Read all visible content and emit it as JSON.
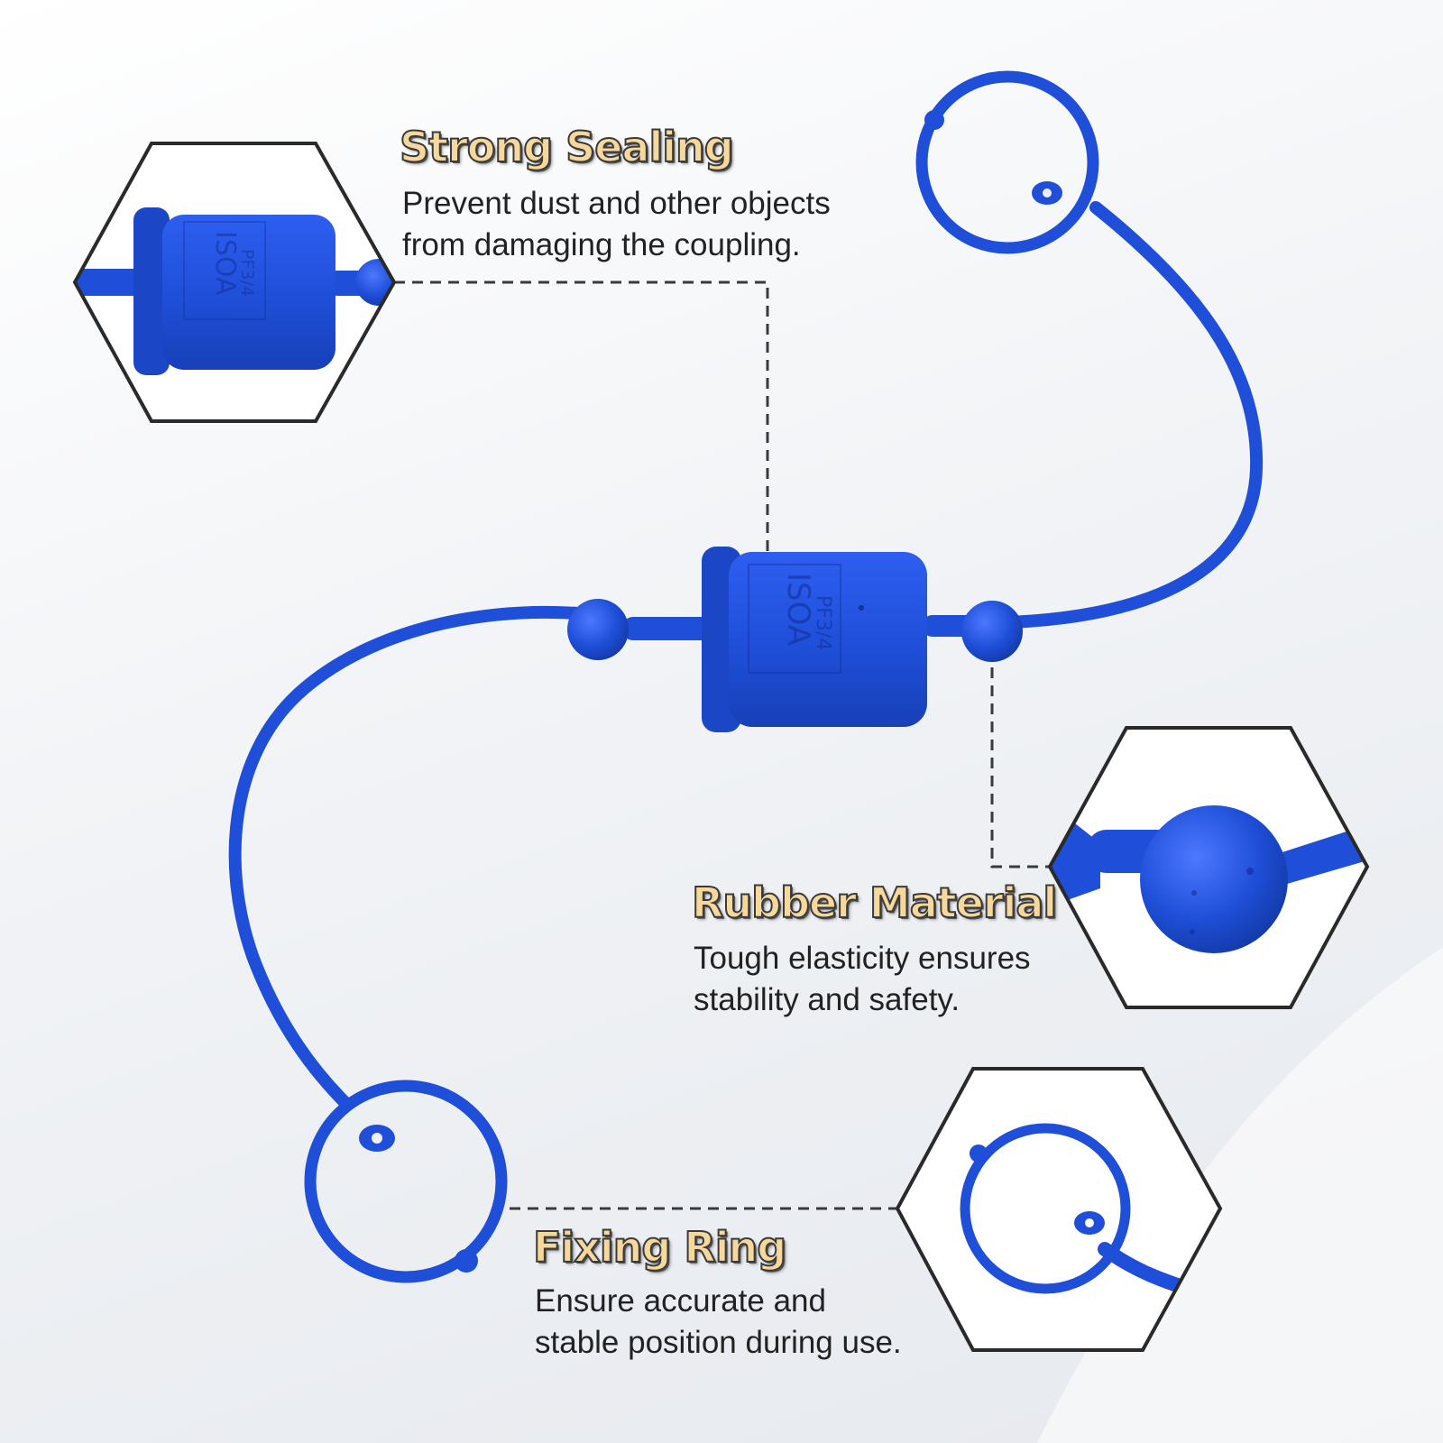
{
  "features": [
    {
      "id": "sealing",
      "title": "Strong Sealing",
      "lines": [
        "Prevent dust and other objects",
        "from damaging the coupling."
      ]
    },
    {
      "id": "rubber",
      "title": "Rubber Material",
      "lines": [
        "Tough elasticity ensures",
        "stability and safety."
      ]
    },
    {
      "id": "ring",
      "title": "Fixing Ring",
      "lines": [
        "Ensure accurate and",
        "stable position during use."
      ]
    }
  ],
  "cap_marking": {
    "line1": "ISOA",
    "line2": "PF3/4"
  },
  "colors": {
    "product_blue": "#1f4fd8",
    "product_dark": "#12309a",
    "title_fill": "#f6d79c",
    "outline": "#2a2a2a"
  }
}
